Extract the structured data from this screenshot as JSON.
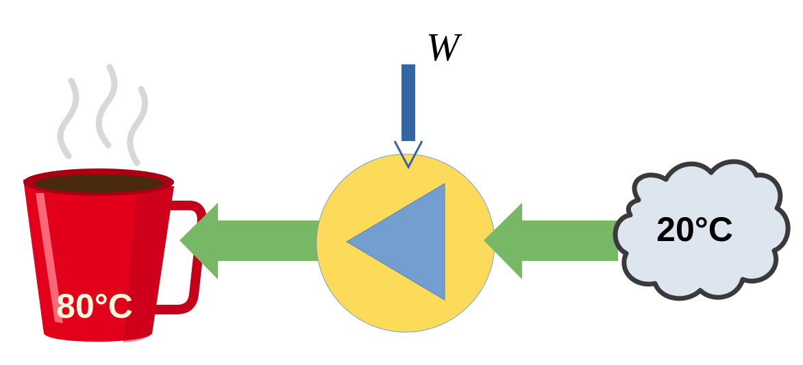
{
  "labels": {
    "work": "W",
    "hot_temperature": "80°C",
    "cold_temperature": "20°C"
  },
  "icons": {
    "hot_reservoir": "coffee-mug-icon",
    "cold_reservoir": "cloud-icon",
    "device": "heat-pump-icon"
  },
  "colors": {
    "pump_circle": "#FCDB5B",
    "pump_triangle": "#729FCF",
    "flow_arrow": "#77B866",
    "work_arrow": "#3465A4",
    "mug_body": "#E2001A",
    "mug_dark": "#A80012",
    "coffee": "#4A2A0E",
    "cloud_fill": "#DDE5EF",
    "cloud_outline": "#3A3A3A",
    "steam": "#D8D8D8",
    "hot_label": "#FFF8DC",
    "cold_label": "#000000"
  }
}
